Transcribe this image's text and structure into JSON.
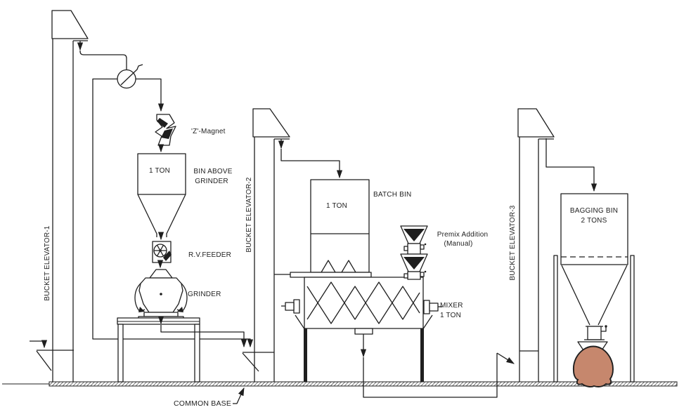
{
  "diagram": {
    "colors": {
      "background": "#ffffff",
      "line": "#1f1f1f",
      "bag_fill": "#c6876d"
    },
    "equipment": {
      "bucket_elevator_1": {
        "label": "BUCKET ELEVATOR-1"
      },
      "bucket_elevator_2": {
        "label": "BUCKET ELEVATOR-2"
      },
      "bucket_elevator_3": {
        "label": "BUCKET ELEVATOR-3"
      },
      "z_magnet": {
        "label": "'Z'-Magnet"
      },
      "bin_above_grinder": {
        "capacity": "1 TON",
        "label_line1": "BIN ABOVE",
        "label_line2": "GRINDER"
      },
      "rv_feeder": {
        "label": "R.V.FEEDER"
      },
      "grinder": {
        "label": "GRINDER"
      },
      "batch_bin": {
        "label": "BATCH BIN",
        "capacity": "1 TON"
      },
      "premix": {
        "label_line1": "Premix Addition",
        "label_line2": "(Manual)"
      },
      "mixer": {
        "label_line1": "MIXER",
        "label_line2": "1 TON"
      },
      "bagging_bin": {
        "label_line1": "BAGGING BIN",
        "label_line2": "2 TONS"
      },
      "common_base": {
        "label": "COMMON BASE"
      }
    }
  }
}
